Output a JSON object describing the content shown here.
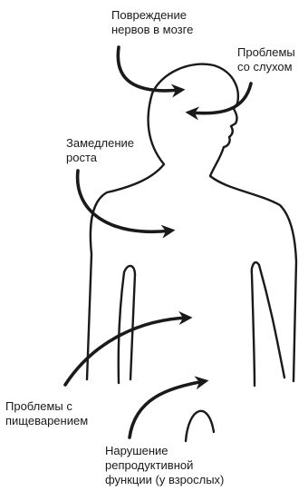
{
  "labels": {
    "brain": "Повреждение\nнервов в мозге",
    "hearing": "Проблемы\nсо слухом",
    "growth": "Замедление\nроста",
    "digestion": "Проблемы с\nпищеварением",
    "reproduction": "Нарушение\nрепродуктивной\nфункции (у взрослых)"
  },
  "colors": {
    "stroke": "#1a1a1a",
    "background": "#ffffff"
  }
}
